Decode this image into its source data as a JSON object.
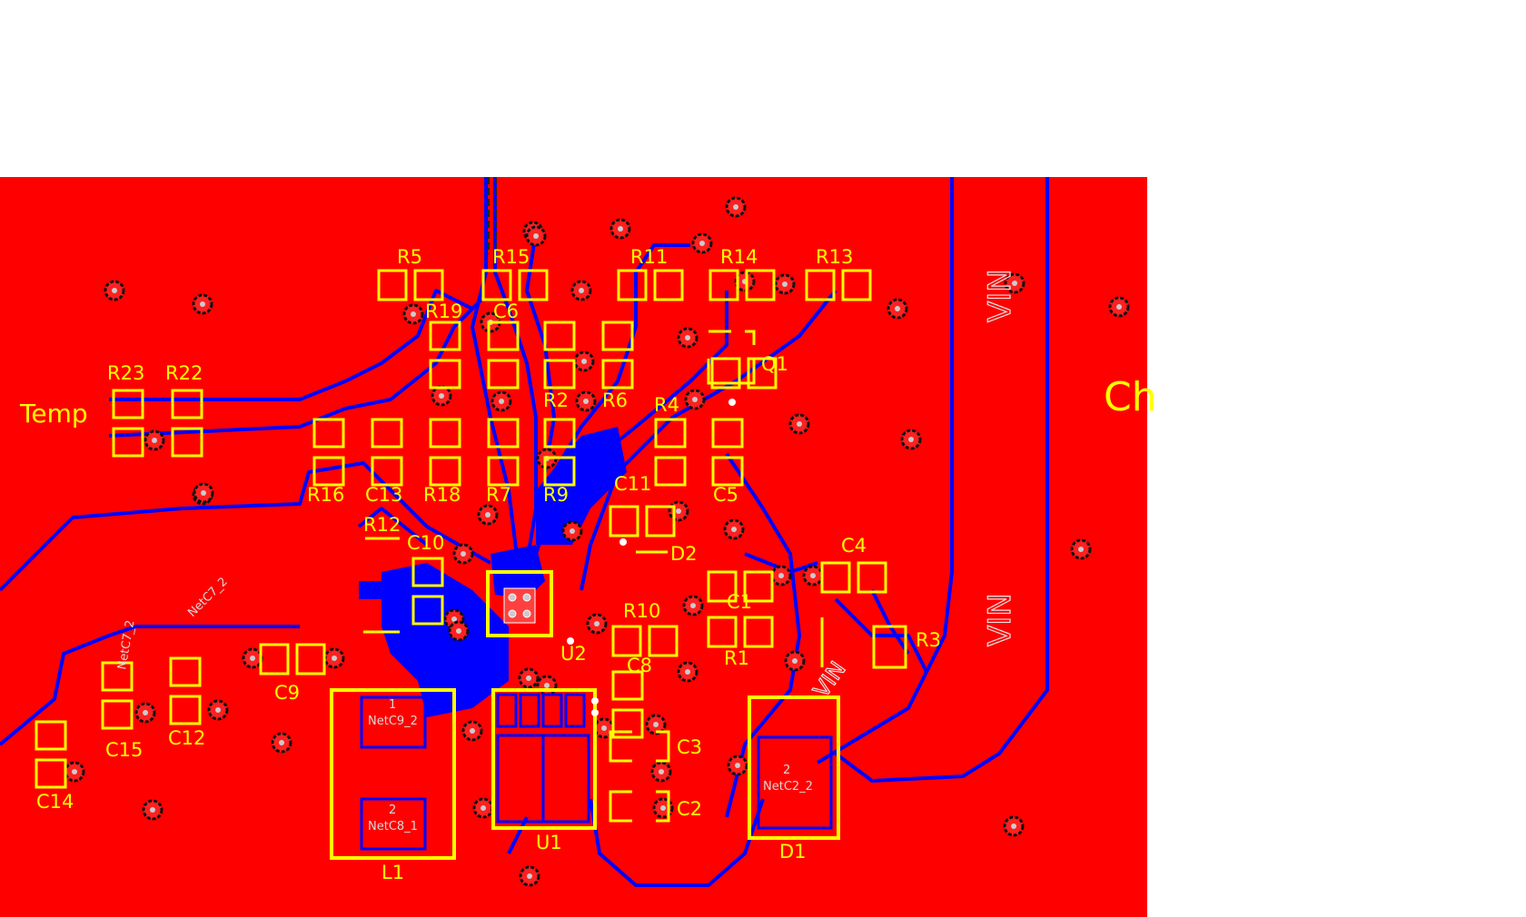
{
  "board": {
    "colors": {
      "top_copper": "#ff0000",
      "bottom_copper": "#0000ff",
      "silkscreen": "#ffff00",
      "net_label": "#d8d8d8",
      "via_ring": "#ff3333"
    },
    "labels": {
      "temp": "Temp",
      "ch": "Ch",
      "vin_1": "VIN",
      "vin_2": "VIN",
      "vin_3": "VIN"
    },
    "components": {
      "R5": "R5",
      "R15": "R15",
      "R11": "R11",
      "R14": "R14",
      "R13": "R13",
      "R19": "R19",
      "C6": "C6",
      "R2": "R2",
      "R6": "R6",
      "Q1": "Q1",
      "R23": "R23",
      "R22": "R22",
      "R4": "R4",
      "R16": "R16",
      "C13": "C13",
      "R18": "R18",
      "R7": "R7",
      "R9": "R9",
      "C5": "C5",
      "C11": "C11",
      "R12": "R12",
      "C10": "C10",
      "D2": "D2",
      "C4": "C4",
      "C1": "C1",
      "R10": "R10",
      "R3": "R3",
      "U2": "U2",
      "R1": "R1",
      "C8": "C8",
      "C9": "C9",
      "C15": "C15",
      "C12": "C12",
      "C14": "C14",
      "C3": "C3",
      "C2": "C2",
      "L1": "L1",
      "U1": "U1",
      "D1": "D1"
    },
    "nets": {
      "netc7_2_a": "NetC7_2",
      "netc7_2_b": "NetC7_2",
      "netc9_2": "NetC9_2",
      "netc8_1": "NetC8_1",
      "netc2_2": "NetC2_2"
    },
    "pins": {
      "l1_pin1": "1",
      "l1_pin2": "2",
      "d1_pin2": "2"
    }
  }
}
